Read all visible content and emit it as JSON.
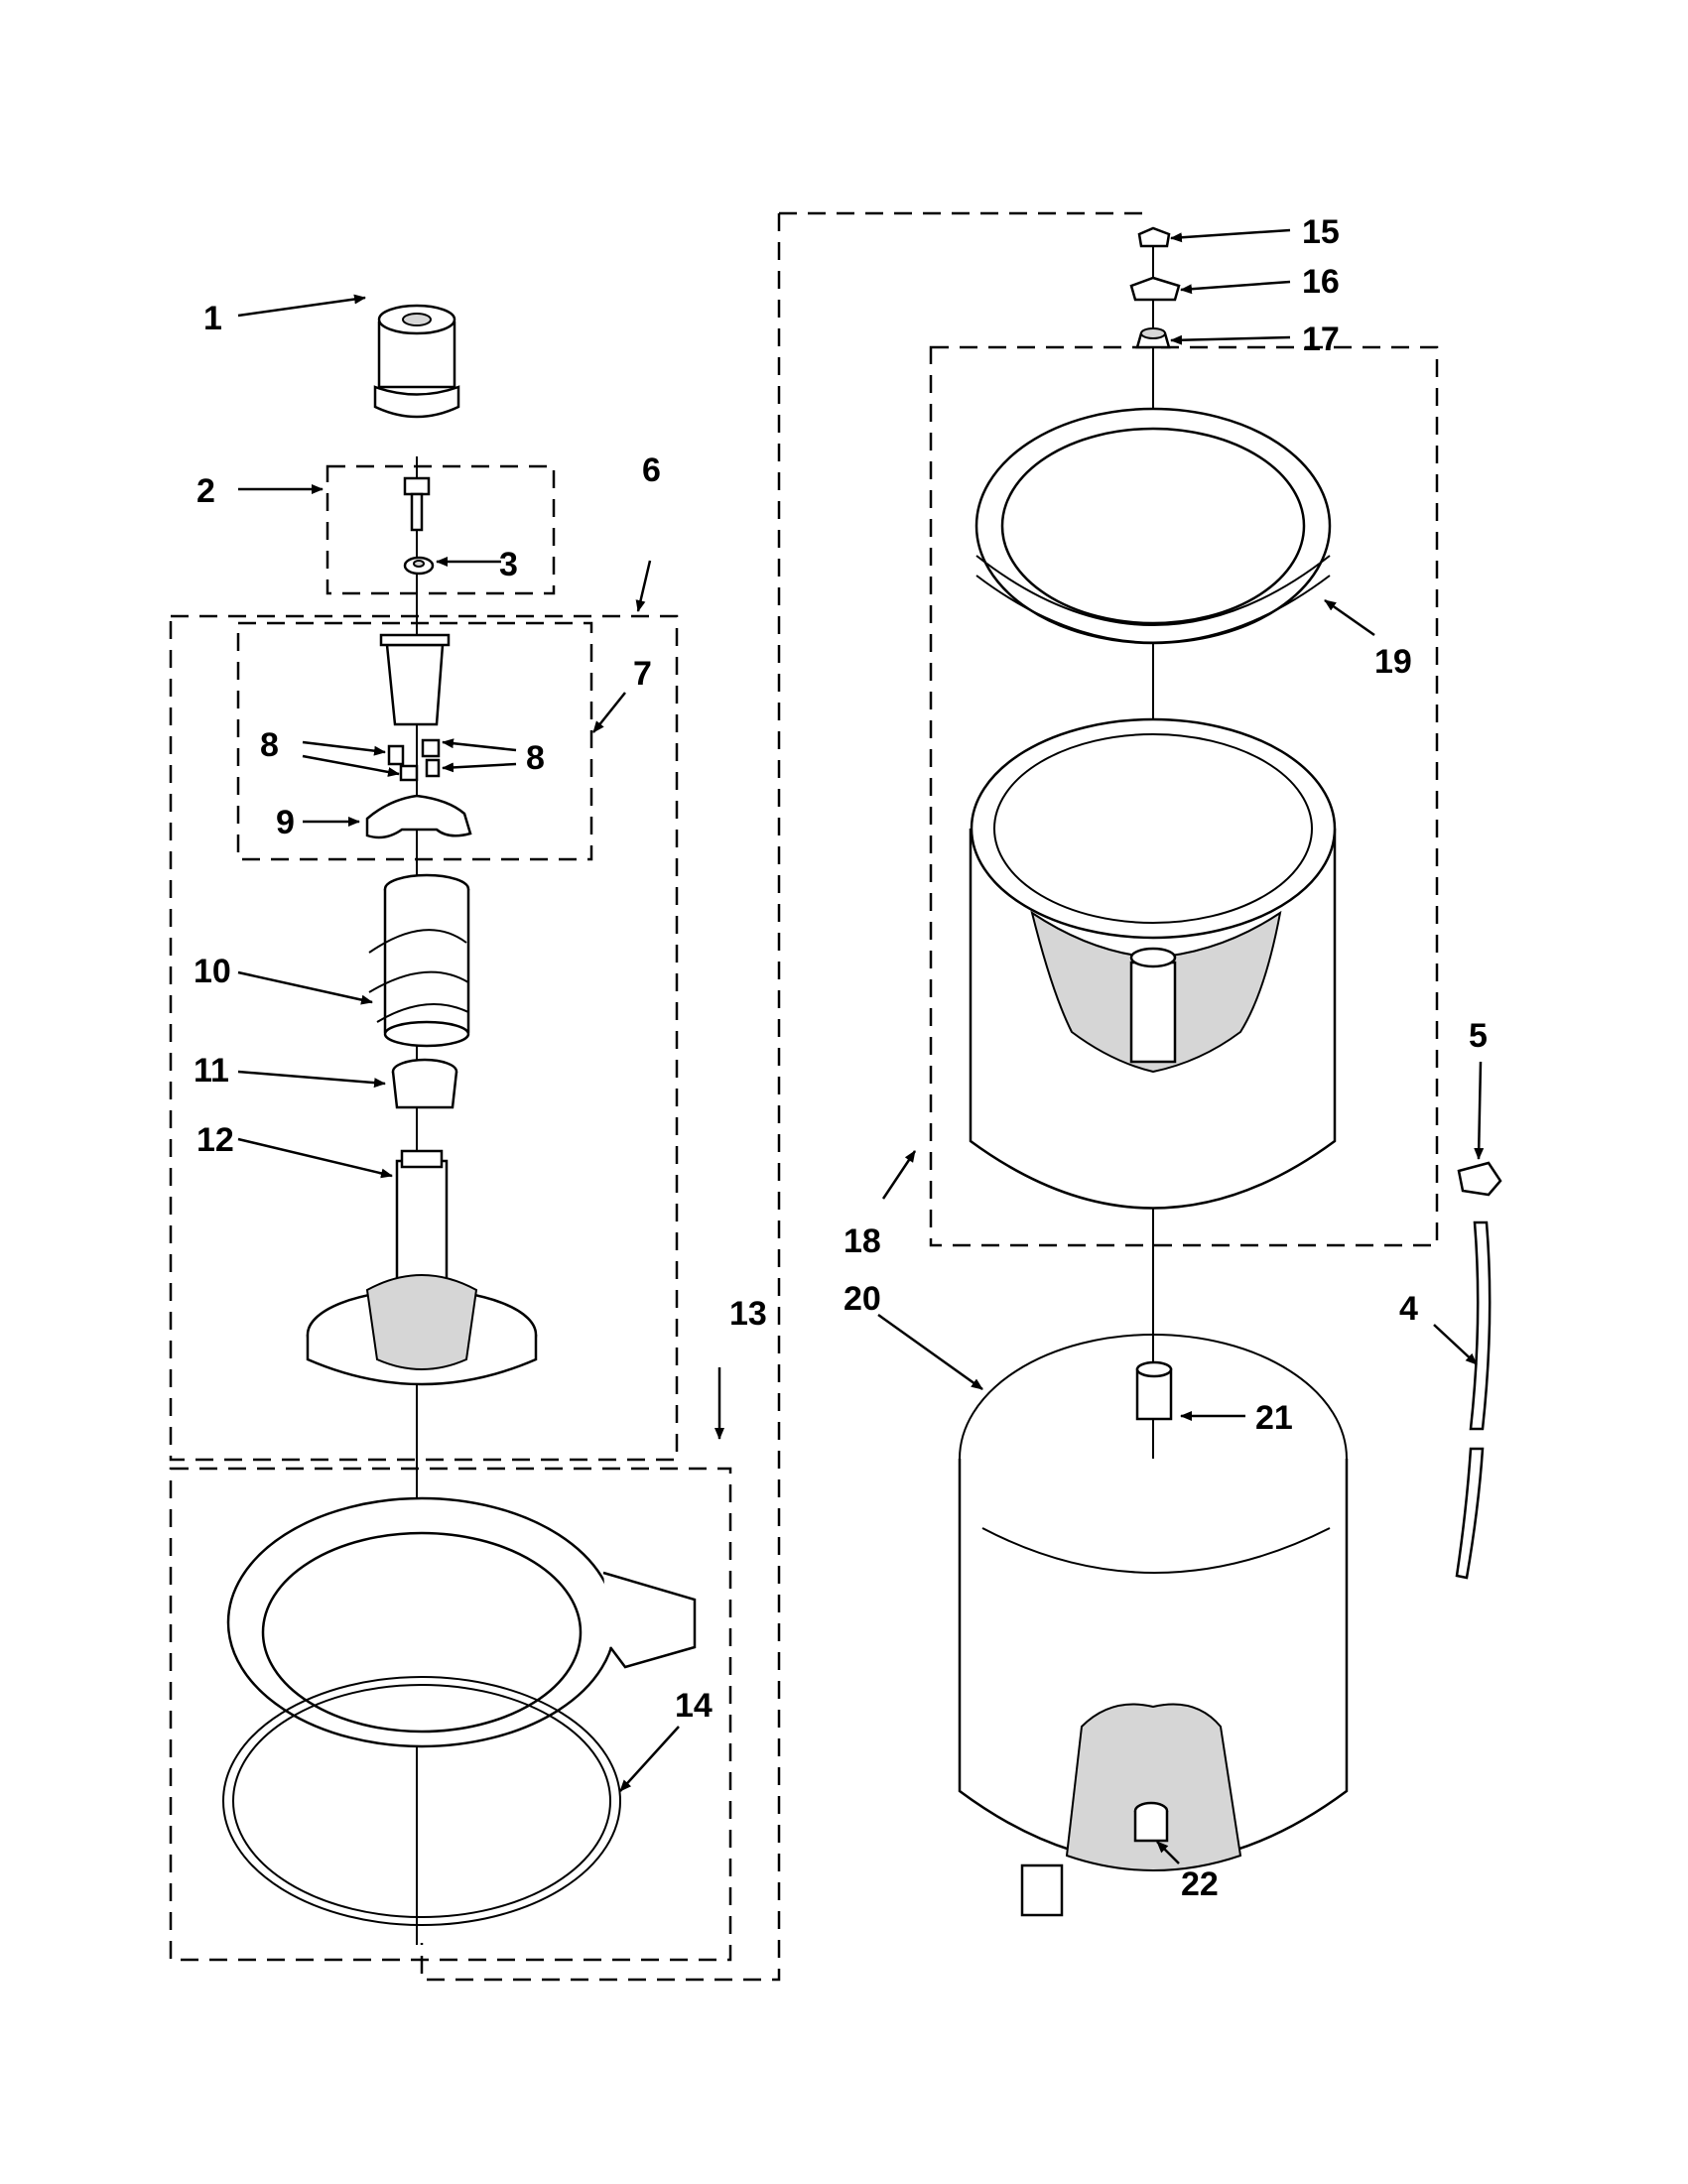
{
  "callouts": {
    "c1": "1",
    "c2": "2",
    "c3": "3",
    "c4": "4",
    "c5": "5",
    "c6": "6",
    "c7": "7",
    "c8a": "8",
    "c8b": "8",
    "c9": "9",
    "c10": "10",
    "c11": "11",
    "c12": "12",
    "c13": "13",
    "c14": "14",
    "c15": "15",
    "c16": "16",
    "c17": "17",
    "c18": "18",
    "c19": "19",
    "c20": "20",
    "c21": "21",
    "c22": "22"
  }
}
